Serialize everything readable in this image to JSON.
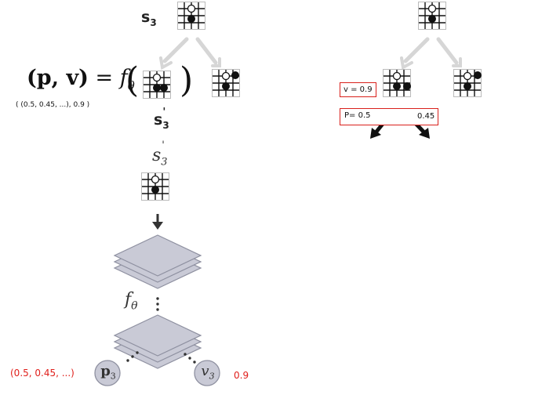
{
  "left_tree": {
    "state_label": "s",
    "state_sub": "3",
    "formula": {
      "lhs": "(p, v)",
      "eq": "=",
      "f": "f",
      "f_sub": "θ"
    },
    "child_label": "s",
    "child_sub": "3",
    "child_prime": "'",
    "output_tuple": "( (0.5, 0.45, ...), 0.9 )"
  },
  "network": {
    "input_label": "s",
    "input_sub": "3",
    "input_prime": "'",
    "f_label": "f",
    "f_sub": "θ",
    "p_label": "p",
    "p_sub": "3",
    "v_label": "v",
    "v_sub": "3",
    "p_value": "(0.5, 0.45, ...)",
    "v_value": "0.9"
  },
  "right_tree": {
    "v_box": "v = 0.9",
    "p_box_left": "P= 0.5",
    "p_box_right": "0.45"
  },
  "colors": {
    "red": "#e0201c",
    "layer_fill": "#c9cad6",
    "layer_stroke": "#8e90a0",
    "arrow_gray": "#d4d4d4"
  }
}
